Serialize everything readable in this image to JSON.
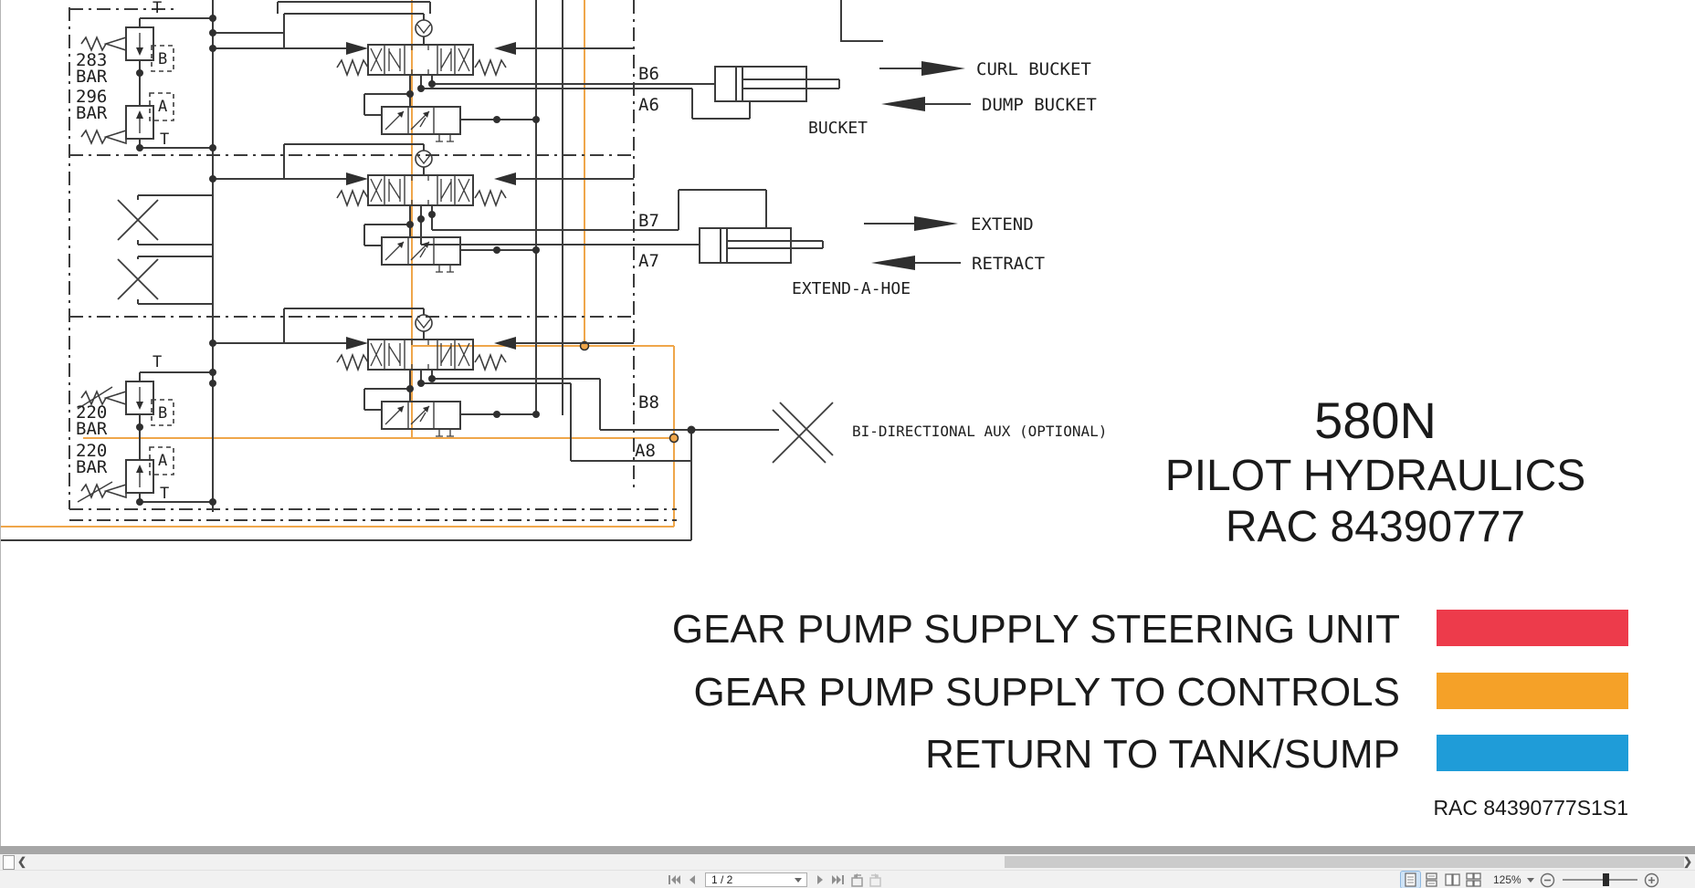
{
  "diagram": {
    "tank_labels": {
      "s1_top": "T",
      "s1_bottom": "T",
      "s3_top": "T",
      "s3_bottom": "T"
    },
    "work_labels": {
      "s1_b": "B",
      "s1_a": "A",
      "s3_b": "B",
      "s3_a": "A"
    },
    "pressures": {
      "s1_b": "283",
      "s1_b_unit": "BAR",
      "s1_a": "296",
      "s1_a_unit": "BAR",
      "s3_b": "220",
      "s3_b_unit": "BAR",
      "s3_a": "220",
      "s3_a_unit": "BAR"
    },
    "ports": {
      "s1_b": "B6",
      "s1_a": "A6",
      "s2_b": "B7",
      "s2_a": "A7",
      "s3_b": "B8",
      "s3_a": "A8"
    },
    "annotations": {
      "curl_bucket": "CURL BUCKET",
      "dump_bucket": "DUMP BUCKET",
      "bucket": "BUCKET",
      "extend": "EXTEND",
      "retract": "RETRACT",
      "extend_a_hoe": "EXTEND-A-HOE",
      "bidirectional_aux": "BI-DIRECTIONAL AUX (OPTIONAL)"
    },
    "title": {
      "model": "580N",
      "subtitle": "PILOT HYDRAULICS",
      "part": "RAC 84390777"
    },
    "legend": [
      {
        "label": "GEAR PUMP SUPPLY STEERING UNIT",
        "color": "#ED3B4B"
      },
      {
        "label": "GEAR PUMP SUPPLY TO CONTROLS",
        "color": "#F5A128"
      },
      {
        "label": "RETURN TO TANK/SUMP",
        "color": "#1F9CD8"
      }
    ],
    "footer_code": "RAC 84390777S1S1",
    "colors": {
      "pilot_line": "#EFA64A",
      "line": "#3c3c3c"
    }
  },
  "viewer": {
    "page_indicator": "1 / 2",
    "zoom_level": "125%"
  }
}
